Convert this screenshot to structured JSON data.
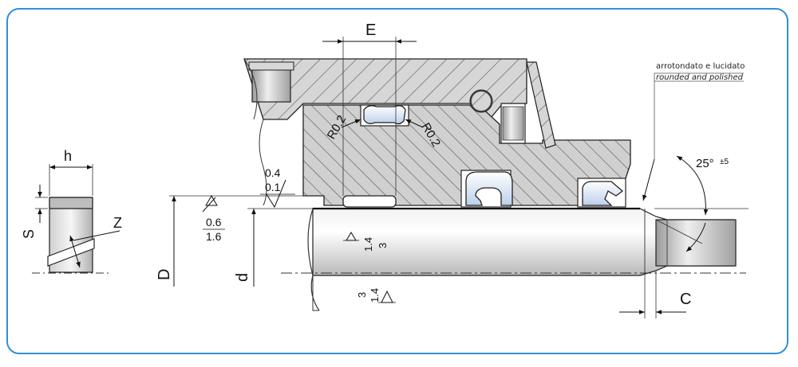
{
  "labels": {
    "E": "E",
    "h": "h",
    "S": "S",
    "Z": "Z",
    "D": "D",
    "d": "d",
    "C": "C",
    "radius_left": "R0.2",
    "radius_right": "R0.2",
    "rough_top_upper": "0.4",
    "rough_top_lower": "0.1",
    "rough_bore_upper": "0.6",
    "rough_bore_lower": "1.6",
    "rough_rod_upper": "1.4",
    "rough_rod_lower": "3",
    "rough_rod2_upper": "3",
    "rough_rod2_lower": "1.4",
    "angle": "25°",
    "angle_tol": "±5",
    "note_it": "arrotondato e lucidato",
    "note_en": "rounded and polished"
  },
  "colors": {
    "frame": "#2f8fd8",
    "hatch": "#5a5a5a",
    "body_fill": "#d9d9d9",
    "seal_fill": "#e8eef8",
    "rod_fill": "#c8c8c8"
  }
}
